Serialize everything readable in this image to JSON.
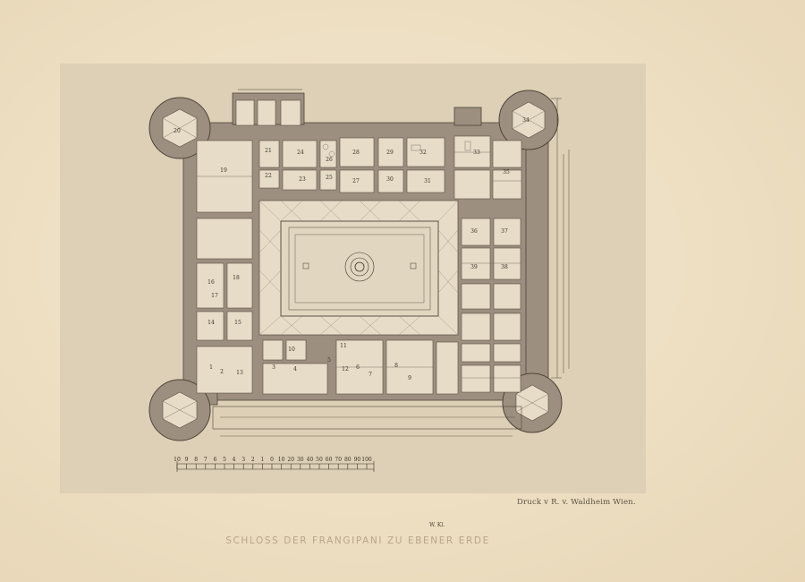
{
  "plate": {
    "printer_credit": "Druck v R. v. Waldheim Wien.",
    "caption": "SCHLOSS DER FRANGIPANI ZU EBENER ERDE",
    "scale_unit": "W. Kl."
  },
  "colors": {
    "paper": "#efe0c3",
    "plate": "#ddd0b6",
    "walls": "#9c8f7f",
    "rooms": "#e6dcc8",
    "ink": "#3a3128"
  },
  "room_numbers": [
    "1",
    "2",
    "3",
    "4",
    "5",
    "6",
    "7",
    "8",
    "9",
    "10",
    "11",
    "12",
    "13",
    "14",
    "15",
    "16",
    "17",
    "18",
    "19",
    "20",
    "21",
    "22",
    "23",
    "24",
    "25",
    "26",
    "27",
    "28",
    "29",
    "30",
    "31",
    "32",
    "33",
    "34",
    "35",
    "36",
    "37",
    "38",
    "39"
  ],
  "scale_ticks": [
    "10",
    "9",
    "8",
    "7",
    "6",
    "5",
    "4",
    "3",
    "2",
    "1",
    "0",
    "10",
    "20",
    "30",
    "40",
    "50",
    "60",
    "70",
    "80",
    "90",
    "100"
  ]
}
